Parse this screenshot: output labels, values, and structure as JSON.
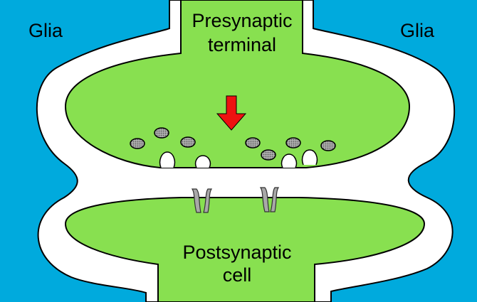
{
  "labels": {
    "glia_left": "Glia",
    "glia_right": "Glia",
    "presynaptic_line1": "Presynaptic",
    "presynaptic_line2": "terminal",
    "postsynaptic_line1": "Postsynaptic",
    "postsynaptic_line2": "cell"
  },
  "colors": {
    "glia": "#00aadd",
    "cell": "#88e050",
    "outline": "#000000",
    "gap": "#ffffff",
    "arrow": "#ee1111",
    "vesicle": "#a0a0a0",
    "receptor": "#a8a8a8"
  },
  "icons": {
    "arrow": "down-arrow-icon",
    "vesicle": "synaptic-vesicle",
    "receptor": "receptor-channel"
  }
}
